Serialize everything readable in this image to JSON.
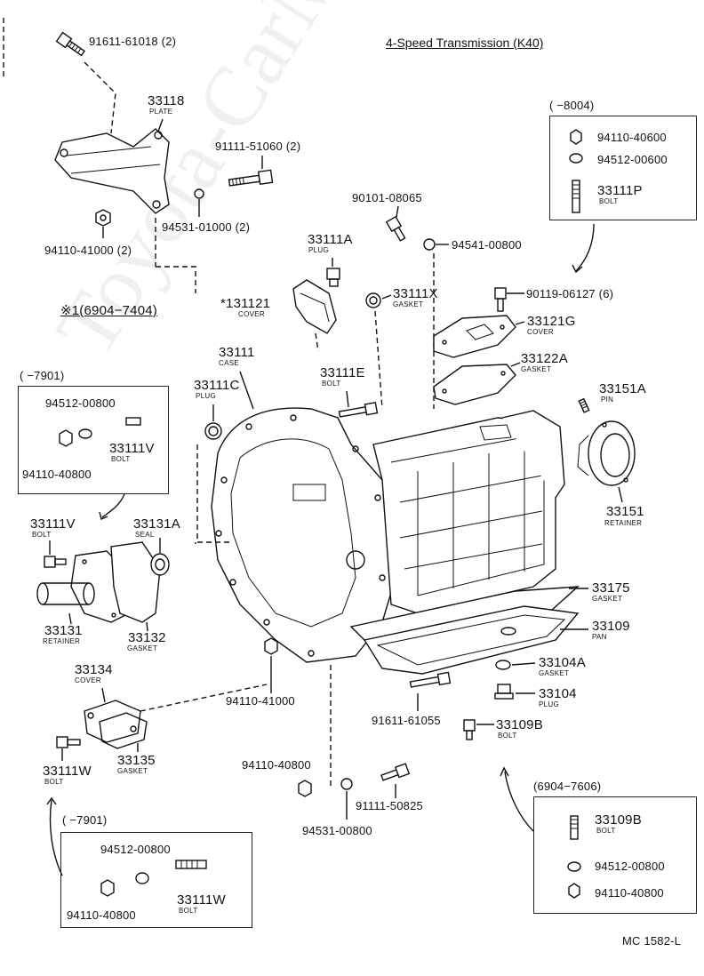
{
  "title": "4-Speed Transmission (K40)",
  "ref_code": "MC 1582-L",
  "watermark": "Toyota-CarMine",
  "note": "※1(6904−7404)",
  "parts": {
    "p91611_61018": "91611-61018 (2)",
    "p33118": "33118",
    "p33118_sub": "PLATE",
    "p91111_51060": "91111-51060 (2)",
    "p94110_41000a": "94110-41000 (2)",
    "p94531_01000": "94531-01000 (2)",
    "p90101_08065": "90101-08065",
    "p94541_00800": "94541-00800",
    "p33111A": "33111A",
    "p33111A_sub": "PLUG",
    "p33111X": "33111X",
    "p33111X_sub": "GASKET",
    "p90119_06127": "90119-06127 (6)",
    "p131121": "*131121",
    "p131121_sub": "COVER",
    "p33121G": "33121G",
    "p33121G_sub": "COVER",
    "p33122A": "33122A",
    "p33122A_sub": "GASKET",
    "p33111": "33111",
    "p33111_sub": "CASE",
    "p33111C": "33111C",
    "p33111C_sub": "PLUG",
    "p33111E": "33111E",
    "p33111E_sub": "BOLT",
    "p33151A": "33151A",
    "p33151A_sub": "PIN",
    "p33151": "33151",
    "p33151_sub": "RETAINER",
    "p33111V": "33111V",
    "p33111V_sub": "BOLT",
    "p33131A": "33131A",
    "p33131A_sub": "SEAL",
    "p33131": "33131",
    "p33131_sub": "RETAINER",
    "p33132": "33132",
    "p33132_sub": "GASKET",
    "p33175": "33175",
    "p33175_sub": "GASKET",
    "p33109": "33109",
    "p33109_sub": "PAN",
    "p33104A": "33104A",
    "p33104A_sub": "GASKET",
    "p33104": "33104",
    "p33104_sub": "PLUG",
    "p91611_61055": "91611-61055",
    "p33109B": "33109B",
    "p33109B_sub": "BOLT",
    "p33134": "33134",
    "p33134_sub": "COVER",
    "p94110_41000b": "94110-41000",
    "p33135": "33135",
    "p33135_sub": "GASKET",
    "p33111W": "33111W",
    "p33111W_sub": "BOLT",
    "p94110_40800": "94110-40800",
    "p94531_00800": "94531-00800",
    "p91111_50825": "91111-50825"
  },
  "box_tr": {
    "range": "(        −8004)",
    "items": [
      "94110-40600",
      "94512-00600",
      "33111P"
    ],
    "bolt": "BOLT"
  },
  "box_ml": {
    "range": "(      −7901)",
    "items": [
      "94512-00800",
      "94110-40800",
      "33111V"
    ],
    "bolt": "BOLT"
  },
  "box_bl": {
    "range": "(      −7901)",
    "items": [
      "94512-00800",
      "94110-40800",
      "33111W"
    ],
    "bolt": "BOLT"
  },
  "box_br": {
    "range": "(6904−7606)",
    "items": [
      "33109B",
      "94512-00800",
      "94110-40800"
    ],
    "bolt": "BOLT"
  }
}
